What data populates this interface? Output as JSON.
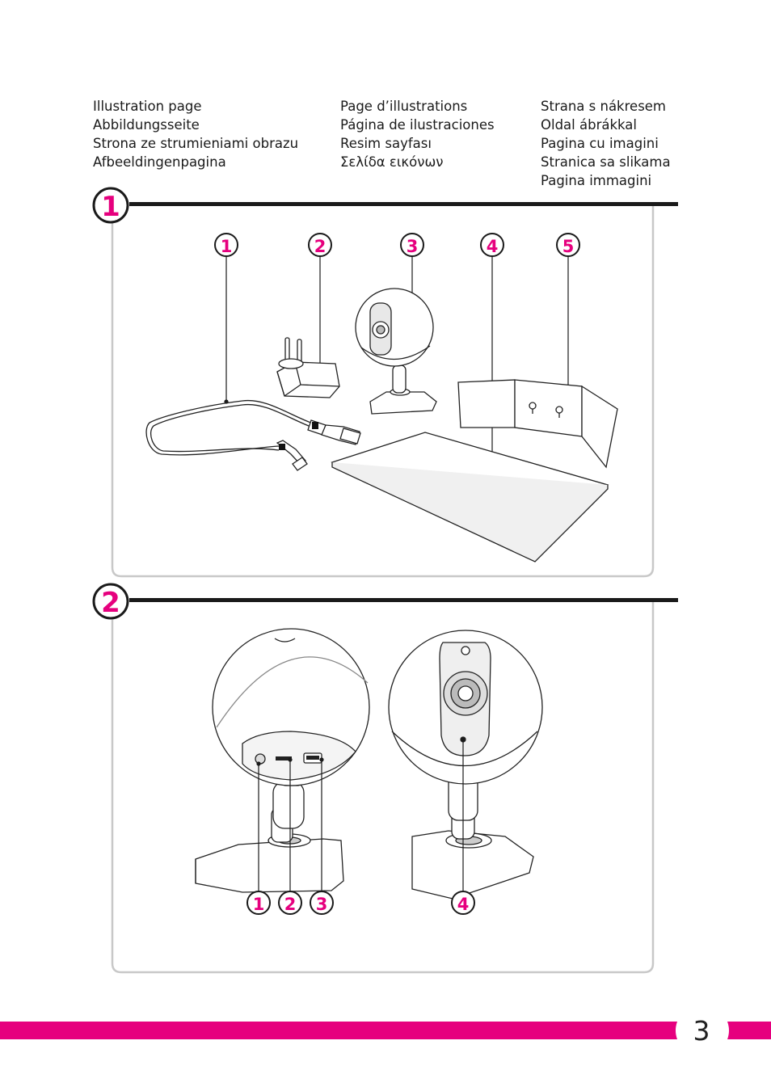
{
  "languages": {
    "col1": [
      "Illustration page",
      "Abbildungsseite",
      "Strona ze strumieniami obrazu",
      "Afbeeldingenpagina"
    ],
    "col2": [
      "Page d’illustrations",
      "Página de ilustraciones",
      "Resim sayfası",
      "Σελίδα εικόνων"
    ],
    "col3": [
      "Strana s nákresem",
      "Oldal ábrákkal",
      "Pagina cu imagini",
      "Stranica sa slikama",
      "Pagina immagini"
    ]
  },
  "section1": {
    "number": "1",
    "callouts": [
      "1",
      "2",
      "3",
      "4",
      "5"
    ]
  },
  "section2": {
    "number": "2",
    "callouts": [
      "1",
      "2",
      "3",
      "4"
    ]
  },
  "footer": {
    "page_number": "3",
    "accent_color": "#e6007e"
  }
}
